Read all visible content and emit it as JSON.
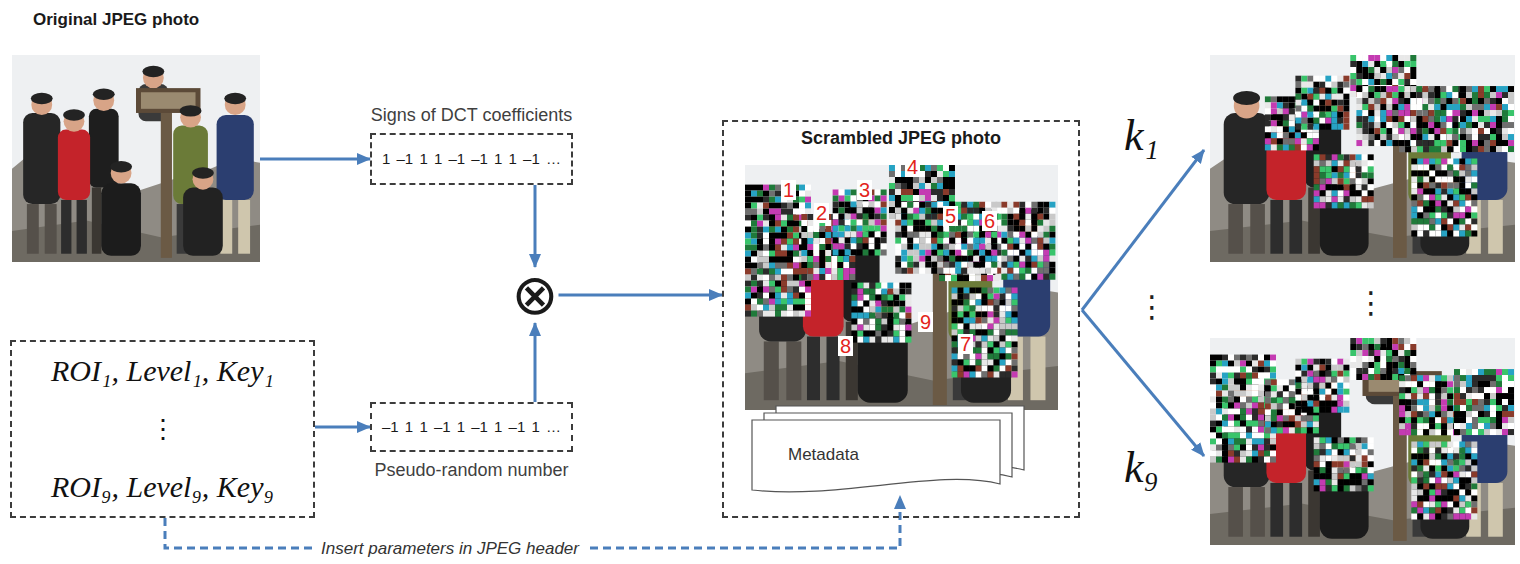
{
  "diagram": {
    "nodes": [
      {
        "text": [
          "Original JPEG photo"
        ]
      },
      {
        "text": [
          "Signs of DCT coefficients",
          "1 –1 1 1 –1 –1 1 1 –1 …"
        ]
      },
      {
        "text": [
          "⊗"
        ]
      },
      {
        "text": [
          "ROI₁, Level₁, Key₁",
          "⋮",
          "ROI₉, Level₉, Key₉"
        ]
      },
      {
        "text": [
          "–1 1 1 –1 1 –1 1 –1 1 …",
          "Pseudo-random number"
        ]
      },
      {
        "text": [
          "Scrambled JPEG photo"
        ]
      },
      {
        "text": [
          "Metadata"
        ],
        "in": 5
      }
    ],
    "edges": [
      {
        "from": 0,
        "to": 1,
        "arrow": "to"
      },
      {
        "from": 1,
        "to": 2,
        "arrow": "to"
      },
      {
        "from": 4,
        "to": 2,
        "arrow": "to"
      },
      {
        "from": 2,
        "to": 5,
        "arrow": "to"
      },
      {
        "from": 3,
        "to": 4,
        "arrow": "to"
      },
      {
        "from": 3,
        "to": 6,
        "label": "Insert parameters in JPEG header",
        "arrow": "to"
      }
    ],
    "labels": [
      "1",
      "2",
      "3",
      "4",
      "5",
      "6",
      "7",
      "8",
      "9",
      "k₁",
      "⋮",
      "k₉",
      "⋮"
    ]
  }
}
